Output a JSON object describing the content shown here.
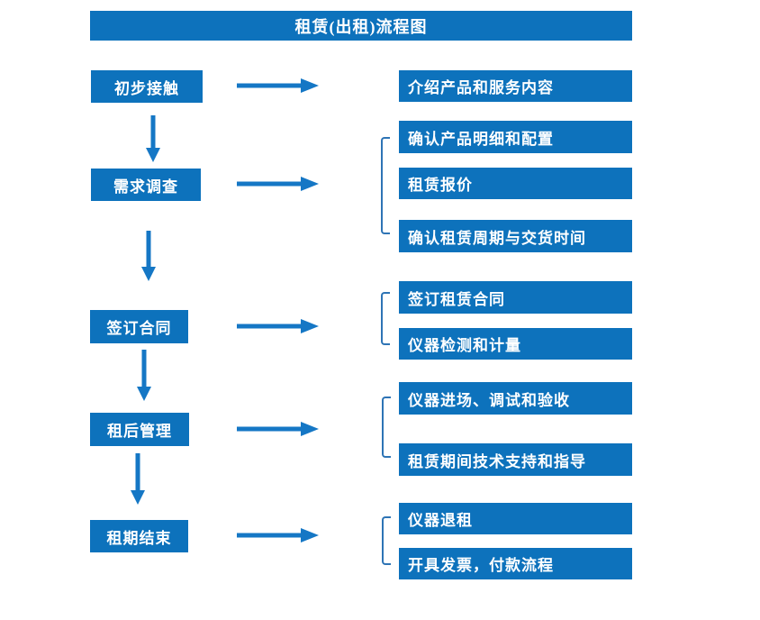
{
  "title": "租赁(出租)流程图",
  "colors": {
    "primary": "#0d72bc",
    "arrow": "#1577c5",
    "bracket": "#2e74b5",
    "text": "#ffffff",
    "bg": "#ffffff"
  },
  "rows": [
    {
      "step": "初步接触",
      "details": [
        "介绍产品和服务内容"
      ]
    },
    {
      "step": "需求调查",
      "details": [
        "确认产品明细和配置",
        "租赁报价",
        "确认租赁周期与交货时间"
      ]
    },
    {
      "step": "签订合同",
      "details": [
        "签订租赁合同",
        "仪器检测和计量"
      ]
    },
    {
      "step": "租后管理",
      "details": [
        "仪器进场、调试和验收",
        "租赁期间技术支持和指导"
      ]
    },
    {
      "step": "租期结束",
      "details": [
        "仪器退租",
        "开具发票，付款流程"
      ]
    }
  ]
}
